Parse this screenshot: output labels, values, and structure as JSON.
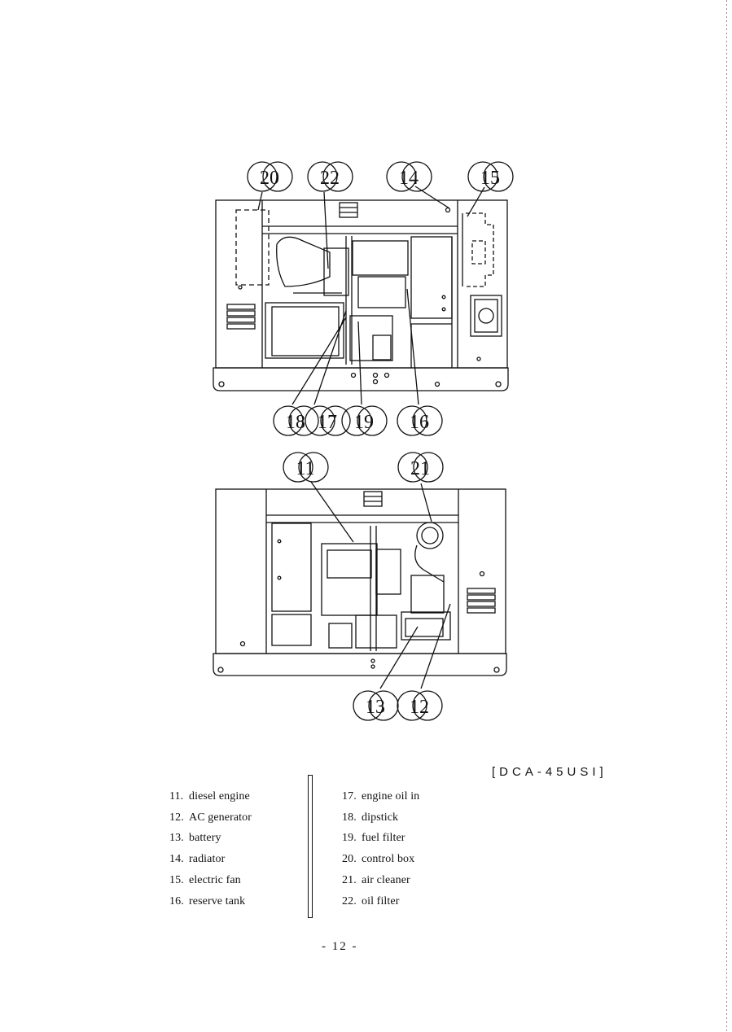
{
  "upper_view": {
    "callouts_top": [
      "20",
      "22",
      "14",
      "15"
    ],
    "callouts_bottom": [
      "18",
      "17",
      "19",
      "16"
    ]
  },
  "lower_view": {
    "callouts_top": [
      "11",
      "21"
    ],
    "callouts_bottom": [
      "13",
      "12"
    ]
  },
  "model": "[DCA-45USI]",
  "legend": {
    "left": [
      {
        "num": "11.",
        "text": "diesel engine"
      },
      {
        "num": "12.",
        "text": "AC generator"
      },
      {
        "num": "13.",
        "text": "battery"
      },
      {
        "num": "14.",
        "text": "radiator"
      },
      {
        "num": "15.",
        "text": "electric fan"
      },
      {
        "num": "16.",
        "text": "reserve tank"
      }
    ],
    "right": [
      {
        "num": "17.",
        "text": "engine oil in"
      },
      {
        "num": "18.",
        "text": "dipstick"
      },
      {
        "num": "19.",
        "text": "fuel filter"
      },
      {
        "num": "20.",
        "text": "control box"
      },
      {
        "num": "21.",
        "text": "air cleaner"
      },
      {
        "num": "22.",
        "text": "oil filter"
      }
    ]
  },
  "page_number": "- 12 -"
}
